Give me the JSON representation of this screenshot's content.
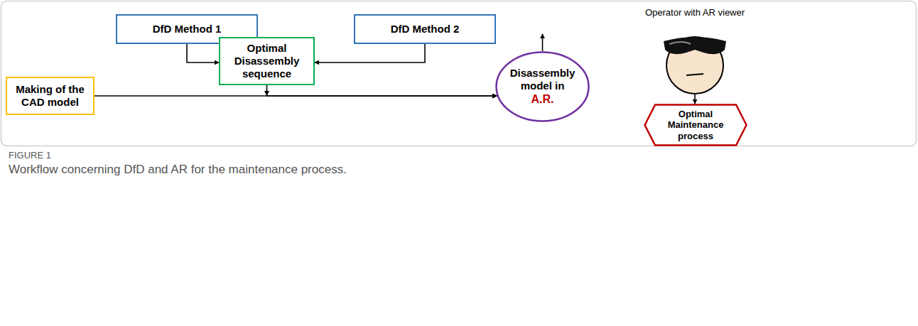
{
  "diagram": {
    "caption": "Workflow concerning DfD and AR for the maintenance process.",
    "nodes": [
      {
        "text": [
          "DfD Method 1"
        ]
      },
      {
        "text": [
          "DfD Method 2"
        ]
      },
      {
        "text": [
          "Optimal Disassembly sequence"
        ]
      },
      {
        "text": [
          "Making of the CAD model"
        ]
      },
      {
        "text": [
          "Disassembly model in",
          "A.R."
        ]
      },
      {
        "text": [
          "Operator with AR viewer"
        ]
      },
      {
        "text": [
          "Optimal Maintenance process"
        ]
      }
    ],
    "edges": [
      {
        "from": 0,
        "to": 2,
        "arrow": "to"
      },
      {
        "from": 1,
        "to": 2,
        "arrow": "to"
      },
      {
        "from": 2,
        "to": 4,
        "arrow": "to"
      },
      {
        "from": 3,
        "to": 4,
        "arrow": "to"
      },
      {
        "from": 4,
        "to": 5,
        "arrow": "to"
      },
      {
        "from": 5,
        "to": 6,
        "arrow": "to"
      }
    ],
    "labels": [
      "FIGURE 1"
    ]
  }
}
